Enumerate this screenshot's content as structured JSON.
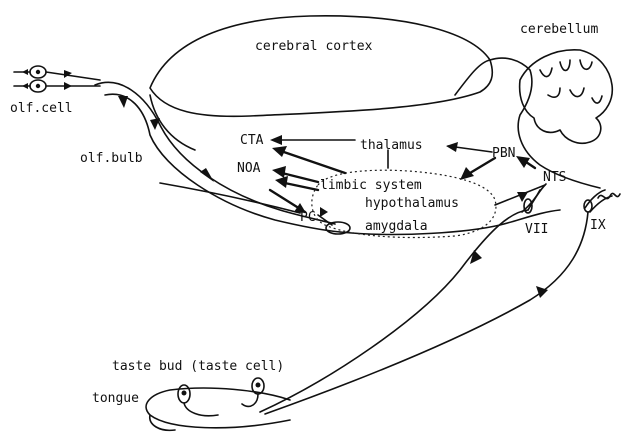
{
  "labels": {
    "cerebral_cortex": "cerebral cortex",
    "cerebellum": "cerebellum",
    "olf_cell": "olf.cell",
    "olf_bulb": "olf.bulb",
    "cta": "CTA",
    "thalamus": "thalamus",
    "pbn": "PBN",
    "noa": "NOA",
    "limbic_system": "limbic system",
    "nts": "NTS",
    "hypothalamus": "hypothalamus",
    "pc": "PC",
    "amygdala": "amygdala",
    "vii": "VII",
    "ix": "IX",
    "taste_bud": "taste bud (taste cell)",
    "tongue": "tongue"
  }
}
